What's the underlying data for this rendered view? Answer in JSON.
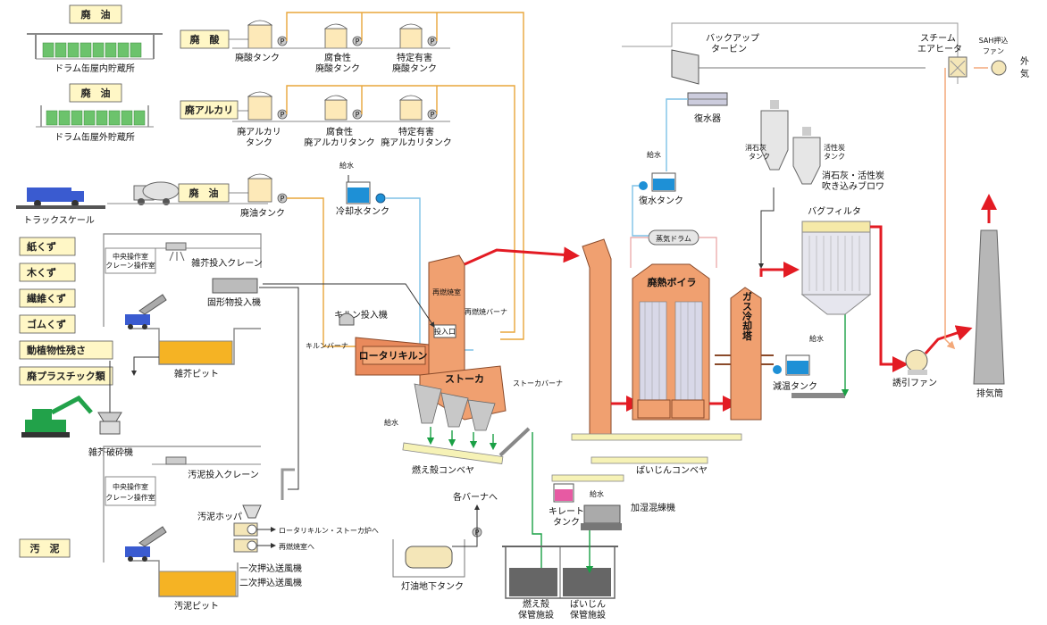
{
  "tags": {
    "haiyu1": "廃　油",
    "drum_in": "ドラム缶屋内貯蔵所",
    "haiyu2": "廃　油",
    "drum_out": "ドラム缶屋外貯蔵所",
    "haisan": "廃　酸",
    "haialkali": "廃アルカリ",
    "haiyu3": "廃　油",
    "sludge": "汚　泥"
  },
  "waste_types": [
    "紙くず",
    "木くず",
    "繊維くず",
    "ゴムくず",
    "動植物性残さ",
    "廃プラスチック類"
  ],
  "labels": {
    "haisan_tank": "廃酸タンク",
    "fushoku_haisan_1": "腐食性",
    "fushoku_haisan_2": "廃酸タンク",
    "tokutei_haisan_1": "特定有害",
    "tokutei_haisan_2": "廃酸タンク",
    "haialk_tank_1": "廃アルカリ",
    "haialk_tank_2": "タンク",
    "fushoku_alk_1": "腐食性",
    "fushoku_alk_2": "廃アルカリタンク",
    "tokutei_alk_1": "特定有害",
    "tokutei_alk_2": "廃アルカリタンク",
    "haiyu_tank": "廃油タンク",
    "reikyaku": "冷却水タンク",
    "kyusui": "給水",
    "truck_scale": "トラックスケール",
    "chuo1": "中央操作室",
    "crane1": "クレーン操作室",
    "zakkai_crane": "雑芥投入クレーン",
    "kokei": "固形物投入機",
    "zakkai_pit": "雑芥ピット",
    "hasai": "雑芥破砕機",
    "kiln_toyu": "キルン投入機",
    "kiln_burner": "キルンバーナ",
    "rotary": "ロータリキルン",
    "saisho": "再燃焼室",
    "saisho_burner": "再燃焼バーナ",
    "tonyu": "投入口",
    "stoker": "ストーカ",
    "stoker_burner": "ストーカバーナ",
    "moegara_conv": "燃え殻コンベヤ",
    "chuo2": "中央操作室",
    "crane2": "クレーン操作室",
    "odei_crane": "汚泥投入クレーン",
    "odei_hopper": "汚泥ホッパ",
    "to_kiln": "ロータリキルン・ストーカ炉へ",
    "to_saisho": "再燃焼室へ",
    "ichiji": "一次押込送風機",
    "niji": "二次押込送風機",
    "odei_pit": "汚泥ピット",
    "kakuburner": "各バーナへ",
    "toyu_tank": "灯油地下タンク",
    "moegara_hokan_1": "燃え殻",
    "moegara_hokan_2": "保管施設",
    "baijin_hokan_1": "ばいじん",
    "baijin_hokan_2": "保管施設",
    "backup_1": "バックアップ",
    "backup_2": "タービン",
    "fukusuiki": "復水器",
    "fukusui_tank": "復水タンク",
    "jokidrum": "蒸気ドラム",
    "haine": "廃熱ボイラ",
    "gas_reikyaku": "ガス冷却塔",
    "gennon": "減温タンク",
    "baijin_conv": "ばいじんコンベヤ",
    "kireto_1": "キレート",
    "kireto_2": "タンク",
    "kashitsu": "加湿混練機",
    "shoseki_1": "消石灰",
    "shoseki_2": "タンク",
    "kasseitan_1": "活性炭",
    "kasseitan_2": "タンク",
    "blower_1": "消石灰・活性炭",
    "blower_2": "吹き込みブロワ",
    "bag": "バグフィルタ",
    "yuin": "誘引ファン",
    "haikitou": "排気筒",
    "steam_1": "スチーム",
    "steam_2": "エアヒータ",
    "sah_1": "SAH押込",
    "sah_2": "ファン",
    "gaiki_1": "外",
    "gaiki_2": "気",
    "p": "P"
  },
  "colors": {
    "furnace": "#f0a070",
    "flue_gas": "#e31b23",
    "fuel_pipe": "#e8a53a",
    "water_pipe": "#7ec1e6",
    "ash": "#1aa045"
  }
}
